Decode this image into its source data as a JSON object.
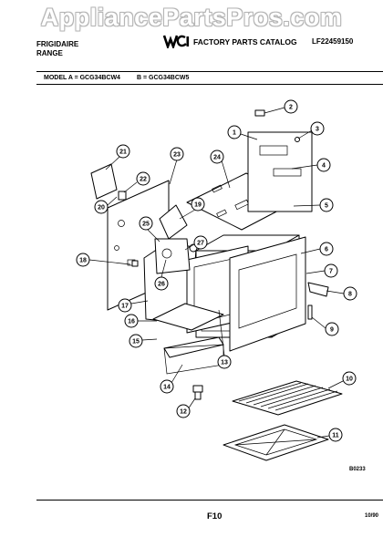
{
  "header": {
    "watermark": "AppliancePartsPros.com",
    "brand_line1": "FRIGIDAIRE",
    "brand_line2": "RANGE",
    "logo_text": "WCI",
    "catalog_title": "FACTORY PARTS CATALOG",
    "doc_number": "LF22459150"
  },
  "models": {
    "model_a": "MODEL A = GCG34BCW4",
    "model_b": "B = GCG34BCW5"
  },
  "callouts": [
    "1",
    "2",
    "3",
    "4",
    "5",
    "6",
    "7",
    "8",
    "9",
    "10",
    "11",
    "12",
    "13",
    "14",
    "15",
    "16",
    "17",
    "18",
    "19",
    "20",
    "21",
    "22",
    "23",
    "24",
    "25",
    "26",
    "27"
  ],
  "footer": {
    "ref_code": "B0233",
    "page_label": "F10",
    "date": "10/90"
  }
}
